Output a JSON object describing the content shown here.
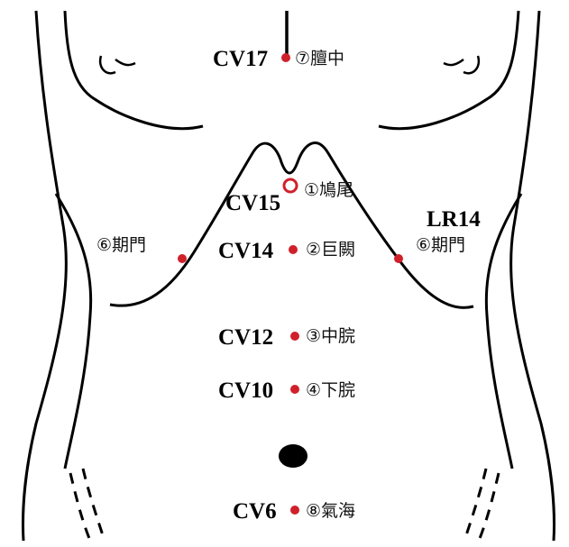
{
  "colors": {
    "outline": "#000000",
    "point": "#d0202a",
    "navel": "#000000",
    "background": "#ffffff"
  },
  "points": [
    {
      "id": "CV17",
      "code": "CV17",
      "name": "⑦膻中"
    },
    {
      "id": "CV15",
      "code": "CV15",
      "name": "①鳩尾"
    },
    {
      "id": "CV14",
      "code": "CV14",
      "name": "②巨闕"
    },
    {
      "id": "CV12",
      "code": "CV12",
      "name": "③中脘"
    },
    {
      "id": "CV10",
      "code": "CV10",
      "name": "④下脘"
    },
    {
      "id": "CV6",
      "code": "CV6",
      "name": "⑧氣海"
    },
    {
      "id": "LR14-left",
      "code": "",
      "name": "⑥期門"
    },
    {
      "id": "LR14-right",
      "code": "LR14",
      "name": "⑥期門"
    }
  ]
}
